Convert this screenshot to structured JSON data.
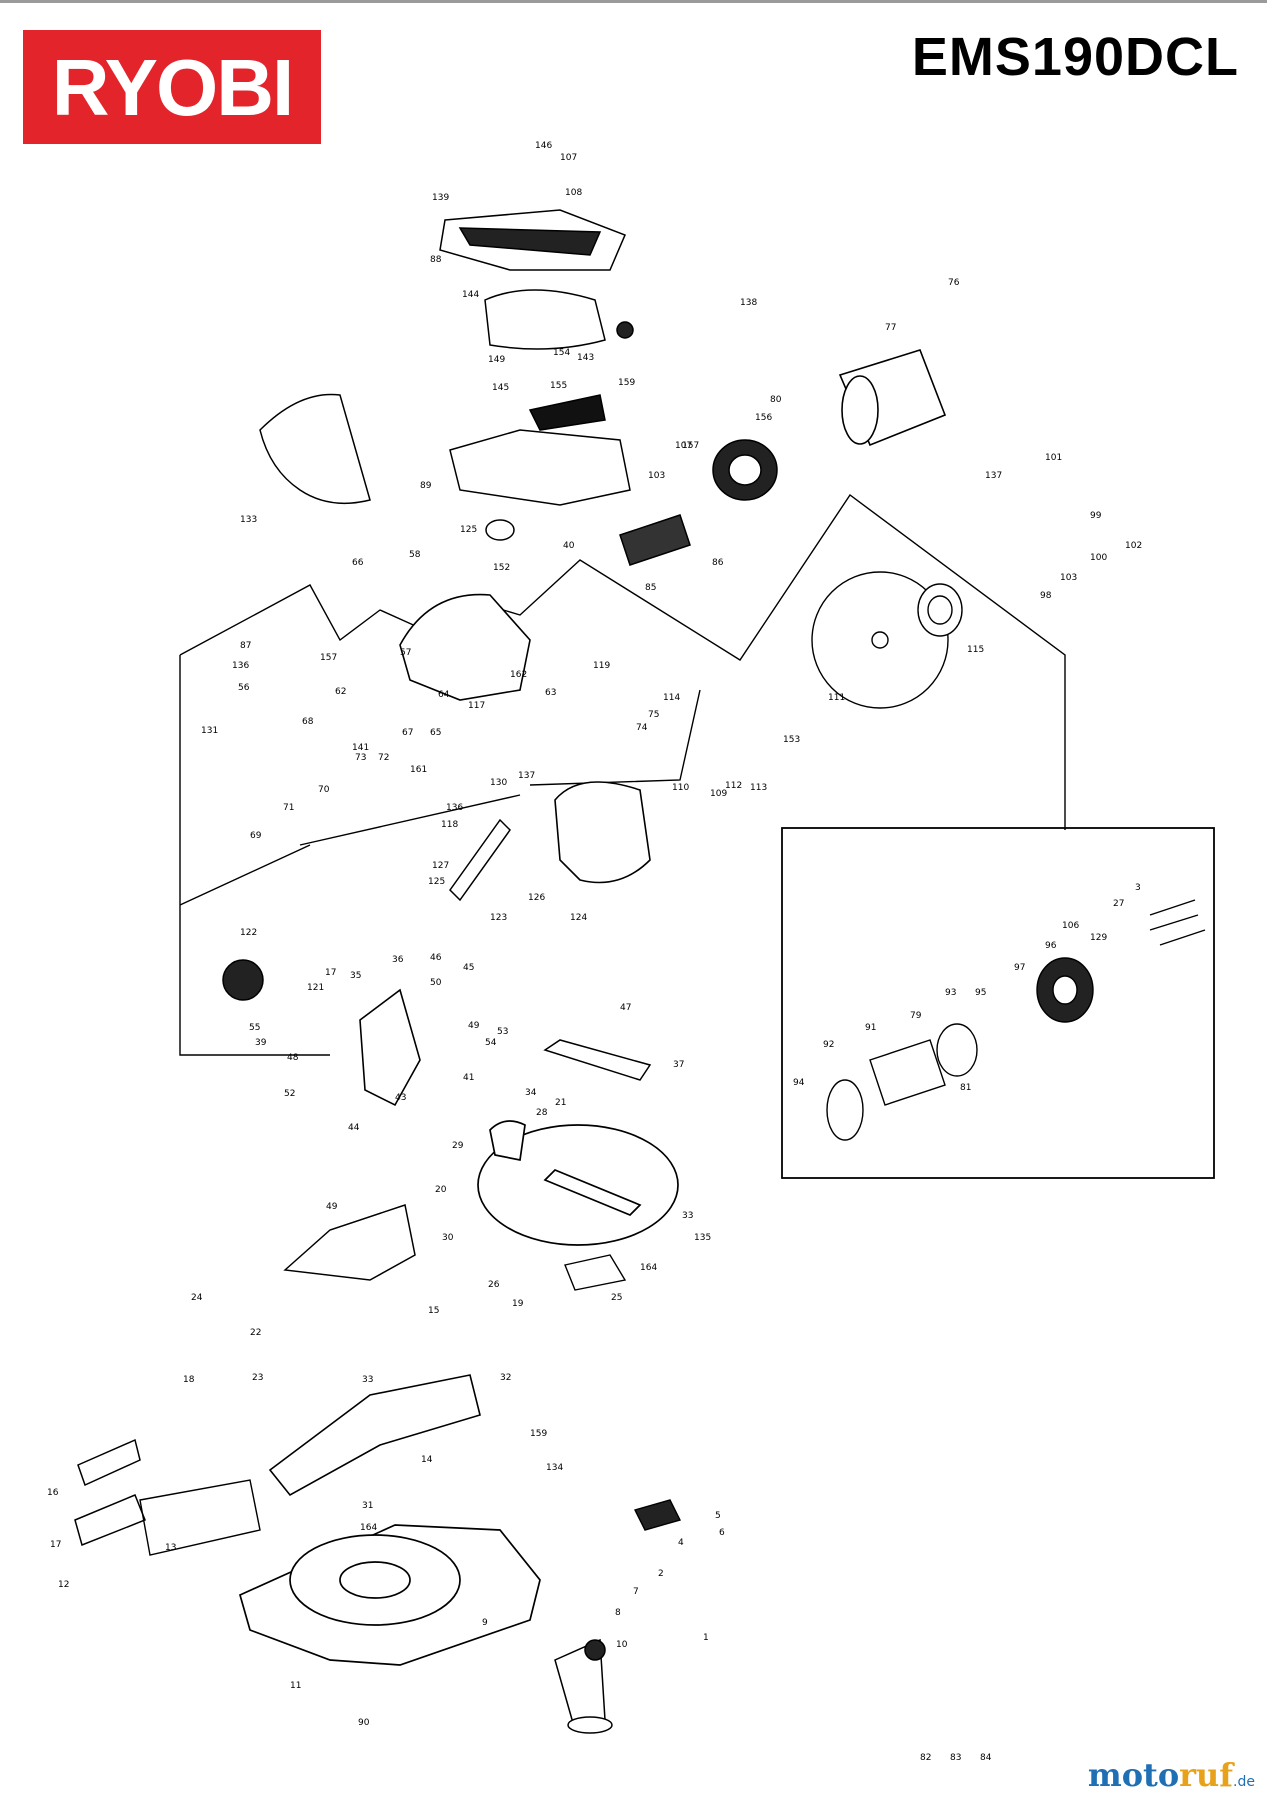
{
  "brand": {
    "logo_text": "RYOBI",
    "color": "#e3242b"
  },
  "model": "EMS190DCL",
  "watermark": {
    "part1": "moto",
    "part2": "ruf",
    "suffix": ".de",
    "color1": "#1f6fb5",
    "color2": "#e7a11a"
  },
  "callouts": [
    "146",
    "107",
    "139",
    "108",
    "88",
    "144",
    "154",
    "143",
    "149",
    "155",
    "145",
    "159",
    "89",
    "103",
    "107",
    "125",
    "152",
    "133",
    "138",
    "76",
    "77",
    "80",
    "156",
    "157",
    "137",
    "101",
    "99",
    "102",
    "100",
    "98",
    "103",
    "66",
    "58",
    "40",
    "86",
    "85",
    "87",
    "136",
    "56",
    "157",
    "57",
    "162",
    "119",
    "63",
    "62",
    "64",
    "117",
    "65",
    "67",
    "68",
    "73",
    "72",
    "141",
    "70",
    "71",
    "69",
    "74",
    "75",
    "114",
    "109",
    "112",
    "113",
    "153",
    "111",
    "115",
    "131",
    "161",
    "130",
    "137",
    "136",
    "118",
    "127",
    "125",
    "123",
    "126",
    "124",
    "110",
    "122",
    "121",
    "17",
    "35",
    "36",
    "46",
    "45",
    "50",
    "55",
    "39",
    "48",
    "52",
    "49",
    "53",
    "54",
    "41",
    "44",
    "43",
    "47",
    "37",
    "34",
    "21",
    "28",
    "29",
    "20",
    "49",
    "30",
    "33",
    "135",
    "164",
    "19",
    "26",
    "25",
    "24",
    "22",
    "23",
    "18",
    "15",
    "32",
    "33",
    "14",
    "159",
    "134",
    "31",
    "164",
    "16",
    "17",
    "12",
    "13",
    "4",
    "5",
    "6",
    "2",
    "7",
    "8",
    "9",
    "10",
    "11",
    "90",
    "1",
    "3",
    "27",
    "129",
    "106",
    "97",
    "96",
    "95",
    "93",
    "94",
    "92",
    "91",
    "79",
    "81",
    "82",
    "83",
    "84"
  ]
}
